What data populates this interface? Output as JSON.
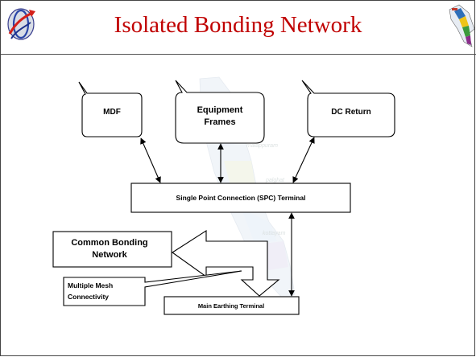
{
  "title": "Isolated Bonding Network",
  "nodes": {
    "mdf": "MDF",
    "equipment_frames_line1": "Equipment",
    "equipment_frames_line2": "Frames",
    "dc_return": "DC Return",
    "spc_terminal": "Single Point Connection (SPC) Terminal",
    "common_bonding_line1": "Common Bonding",
    "common_bonding_line2": "Network",
    "multiple_mesh_line1": "Multiple Mesh",
    "multiple_mesh_line2": "Connectivity",
    "main_earthing": "Main Earthing Terminal"
  },
  "background_map_labels": [
    "malappuram",
    "palghat",
    "kottayam"
  ],
  "colors": {
    "title": "#c00000",
    "ink": "#000000"
  },
  "icons": {
    "left_logo": "bsnl-logo-icon",
    "right_logo": "kerala-map-logo-icon"
  }
}
